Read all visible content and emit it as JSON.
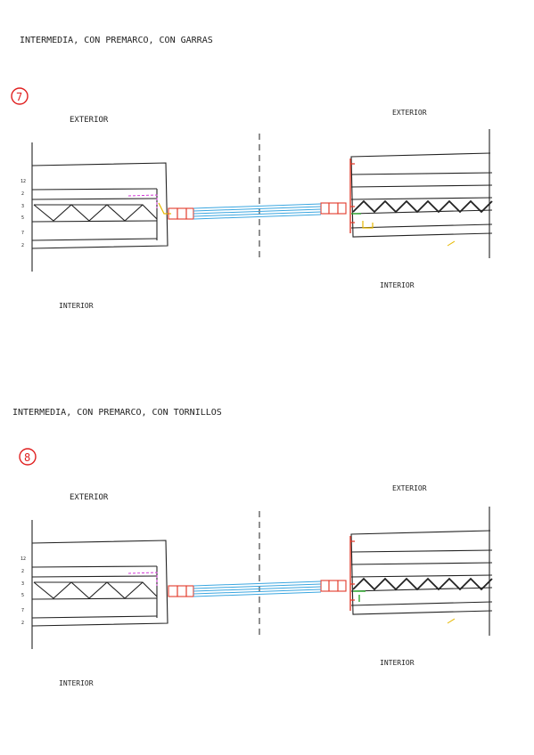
{
  "sections": [
    {
      "title": "INTERMEDIA, CON PREMARCO, CON GARRAS",
      "number": "7",
      "left_top_label": "EXTERIOR",
      "left_bottom_label": "INTERIOR",
      "right_top_label": "EXTERIOR",
      "right_bottom_label": "INTERIOR",
      "dim_labels": [
        "12",
        "2",
        "3",
        "5",
        "7",
        "2"
      ]
    },
    {
      "title": "INTERMEDIA, CON PREMARCO, CON TORNILLOS",
      "number": "8",
      "left_top_label": "EXTERIOR",
      "left_bottom_label": "INTERIOR",
      "right_top_label": "EXTERIOR",
      "right_bottom_label": "INTERIOR",
      "dim_labels": [
        "12",
        "2",
        "3",
        "5",
        "7",
        "2"
      ]
    }
  ],
  "colors": {
    "ink": "#222222",
    "number_circle": "#e02020",
    "frame_red": "#e23a2a",
    "glass_blue": "#3aa6e0",
    "seal_magenta": "#d23ad6",
    "anchor_yellow": "#e6b800",
    "screw_green": "#2ea82e",
    "screw_red": "#e02020"
  }
}
